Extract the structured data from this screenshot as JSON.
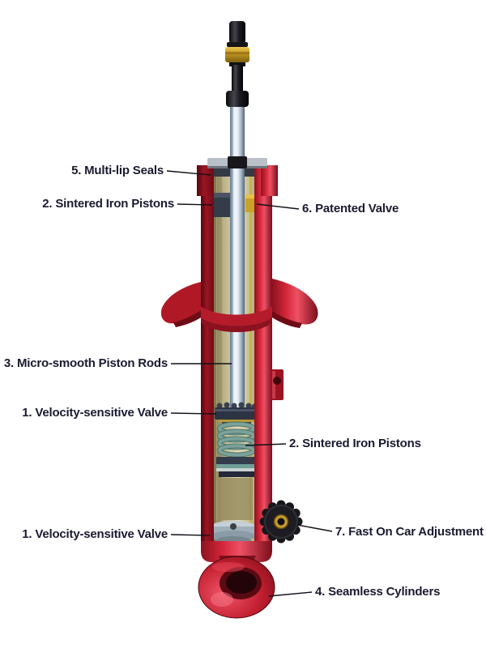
{
  "diagram": {
    "background_color": "#ffffff",
    "accent_color": "#c8202f",
    "label_color": "#1a1a30",
    "labels": [
      {
        "text": "5. Multi-lip Seals"
      },
      {
        "text": "2. Sintered Iron Pistons"
      },
      {
        "text": "6. Patented Valve"
      },
      {
        "text": "3. Micro-smooth Piston Rods"
      },
      {
        "text": "1. Velocity-sensitive Valve"
      },
      {
        "text": "2. Sintered Iron Pistons"
      },
      {
        "text": "1. Velocity-sensitive Valve"
      },
      {
        "text": "7. Fast On Car Adjustment"
      },
      {
        "text": "4. Seamless Cylinders"
      }
    ]
  }
}
